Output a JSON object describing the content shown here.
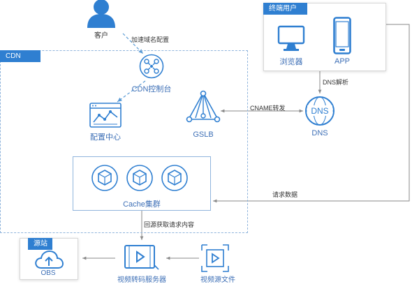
{
  "client": {
    "label": "客户"
  },
  "edge_client_cdn": "加速域名配置",
  "cdn": {
    "title": "CDN",
    "console": "CDN控制台",
    "config_center": "配置中心",
    "gslb": "GSLB",
    "cache_cluster": "Cache集群"
  },
  "end_user": {
    "title": "终端用户",
    "browser": "浏览器",
    "app": "APP"
  },
  "dns": {
    "label": "DNS",
    "glyph_text": "DNS"
  },
  "edges": {
    "dns_resolve": "DNS解析",
    "cname": "CNAME转发",
    "request_data": "请求数据",
    "back_to_origin": "回源获取请求内容"
  },
  "origin": {
    "title": "源站",
    "obs": "OBS",
    "transcode": "视频转码服务器",
    "source_files": "视频源文件"
  },
  "colors": {
    "accent": "#2f7fd1",
    "line": "#8a8a8a",
    "dash": "#5b9bd5"
  }
}
